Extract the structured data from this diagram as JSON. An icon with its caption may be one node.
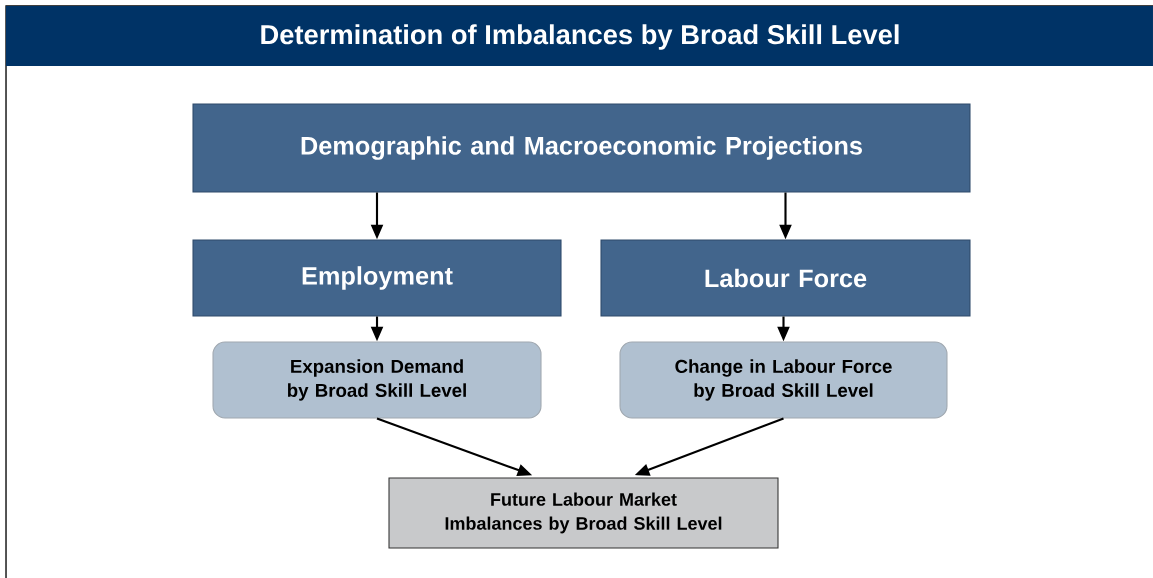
{
  "diagram": {
    "title": "Determination of Imbalances by Broad Skill Level",
    "nodes": [
      {
        "text": [
          "Demographic and Macroeconomic Projections"
        ]
      },
      {
        "text": [
          "Employment"
        ]
      },
      {
        "text": [
          "Labour Force"
        ]
      },
      {
        "text": [
          "Expansion Demand by Broad Skill Level"
        ]
      },
      {
        "text": [
          "Change in Labour Force by Broad Skill Level"
        ]
      },
      {
        "text": [
          "Future Labour Market Imbalances by Broad Skill Level"
        ]
      }
    ],
    "edges": [
      {
        "from": 0,
        "to": 1,
        "arrow": "to"
      },
      {
        "from": 0,
        "to": 2,
        "arrow": "to"
      },
      {
        "from": 1,
        "to": 3,
        "arrow": "to"
      },
      {
        "from": 2,
        "to": 4,
        "arrow": "to"
      },
      {
        "from": 3,
        "to": 5,
        "arrow": "to"
      },
      {
        "from": 4,
        "to": 5,
        "arrow": "to"
      }
    ]
  }
}
